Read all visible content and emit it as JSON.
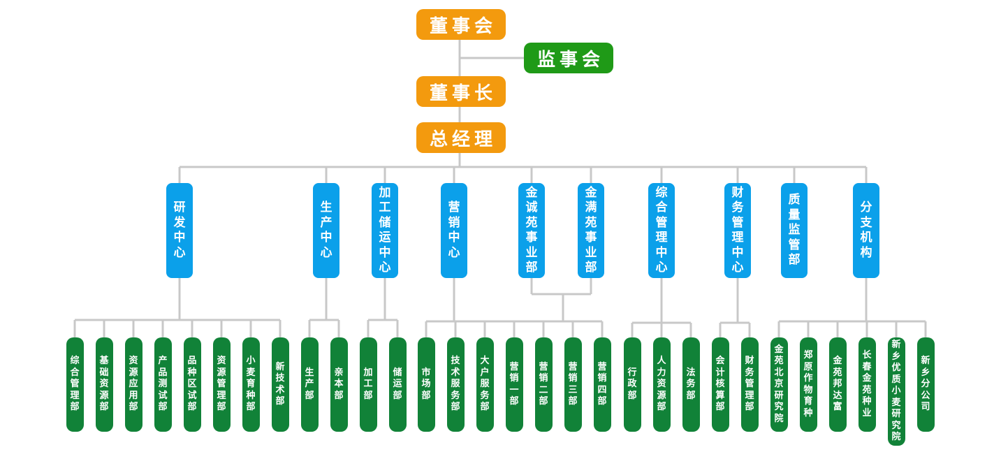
{
  "top": {
    "board": "董事会",
    "supervisors": "监事会",
    "chairman": "董事长",
    "gm": "总经理"
  },
  "centers": [
    {
      "label": "研发中心"
    },
    {
      "label": "生产中心"
    },
    {
      "label": "加工储运中心"
    },
    {
      "label": "营销中心"
    },
    {
      "label": "金诚苑事业部"
    },
    {
      "label": "金满苑事业部"
    },
    {
      "label": "综合管理中心"
    },
    {
      "label": "财务管理中心"
    },
    {
      "label": "质量监管部"
    },
    {
      "label": "分支机构"
    }
  ],
  "departments": [
    {
      "label": "综合管理部",
      "parent": "研发中心"
    },
    {
      "label": "基础资源部",
      "parent": "研发中心"
    },
    {
      "label": "资源应用部",
      "parent": "研发中心"
    },
    {
      "label": "产品测试部",
      "parent": "研发中心"
    },
    {
      "label": "品种区试部",
      "parent": "研发中心"
    },
    {
      "label": "资源管理部",
      "parent": "研发中心"
    },
    {
      "label": "小麦育种部",
      "parent": "研发中心"
    },
    {
      "label": "新技术部",
      "parent": "研发中心"
    },
    {
      "label": "生产部",
      "parent": "生产中心"
    },
    {
      "label": "亲本部",
      "parent": "生产中心"
    },
    {
      "label": "加工部",
      "parent": "加工储运中心"
    },
    {
      "label": "储运部",
      "parent": "加工储运中心"
    },
    {
      "label": "市场部",
      "parent": "营销中心"
    },
    {
      "label": "技术服务部",
      "parent": "营销中心"
    },
    {
      "label": "大户服务部",
      "parent": "营销中心"
    },
    {
      "label": "营销一部",
      "parent": "营销中心"
    },
    {
      "label": "营销二部",
      "parent": "营销中心"
    },
    {
      "label": "营销三部",
      "parent": "营销中心"
    },
    {
      "label": "营销四部",
      "parent": "营销中心"
    },
    {
      "label": "行政部",
      "parent": "综合管理中心"
    },
    {
      "label": "人力资源部",
      "parent": "综合管理中心"
    },
    {
      "label": "法务部",
      "parent": "综合管理中心"
    },
    {
      "label": "会计核算部",
      "parent": "财务管理中心"
    },
    {
      "label": "财务管理部",
      "parent": "财务管理中心"
    },
    {
      "label": "金苑北京研究院",
      "parent": "分支机构"
    },
    {
      "label": "郑原作物育种",
      "parent": "分支机构"
    },
    {
      "label": "金苑邦达富",
      "parent": "分支机构"
    },
    {
      "label": "长春金苑种业",
      "parent": "分支机构"
    },
    {
      "label": "新乡优质小麦研究院",
      "parent": "分支机构"
    },
    {
      "label": "新乡分公司",
      "parent": "分支机构"
    }
  ],
  "colors": {
    "executive": "#f39a0e",
    "supervisory": "#1f9a17",
    "center": "#0ba0ea",
    "department": "#118238",
    "connector": "#c8c8c8"
  }
}
